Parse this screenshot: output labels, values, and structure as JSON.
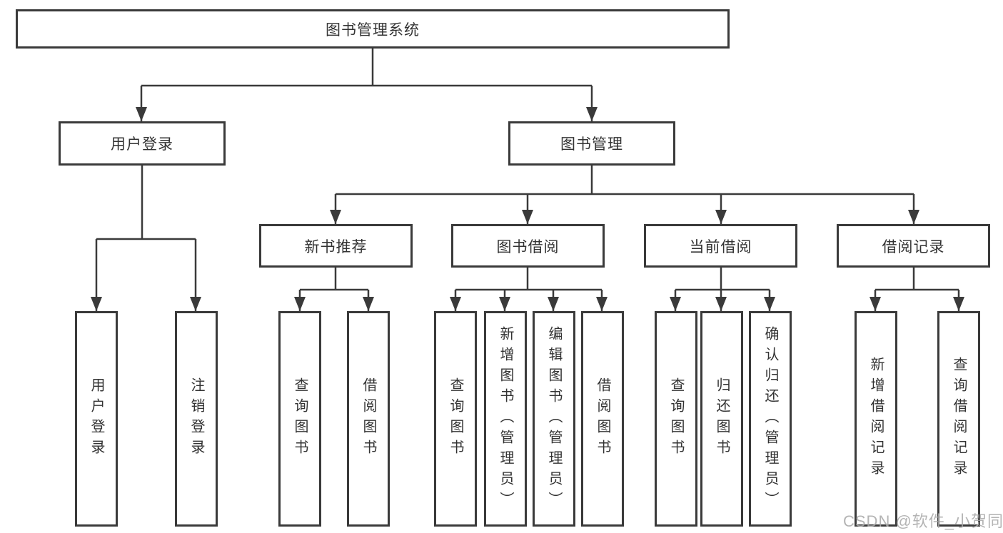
{
  "tree": {
    "root": {
      "label": "图书管理系统"
    },
    "branches": [
      {
        "label": "用户登录",
        "children": [
          {
            "label": "用户登录"
          },
          {
            "label": "注销登录"
          }
        ]
      },
      {
        "label": "图书管理",
        "children": [
          {
            "label": "新书推荐",
            "children": [
              {
                "label": "查询图书"
              },
              {
                "label": "借阅图书"
              }
            ]
          },
          {
            "label": "图书借阅",
            "children": [
              {
                "label": "查询图书"
              },
              {
                "label": "新增图书（管理员）"
              },
              {
                "label": "编辑图书（管理员）"
              },
              {
                "label": "借阅图书"
              }
            ]
          },
          {
            "label": "当前借阅",
            "children": [
              {
                "label": "查询图书"
              },
              {
                "label": "归还图书"
              },
              {
                "label": "确认归还（管理员）"
              }
            ]
          },
          {
            "label": "借阅记录",
            "children": [
              {
                "label": "新增借阅记录"
              },
              {
                "label": "查询借阅记录"
              }
            ]
          }
        ]
      }
    ]
  },
  "watermark": {
    "text": "CSDN @软件_小贺同学"
  },
  "colors": {
    "line": "#3a3a3a",
    "text": "#333333",
    "box_background": "#ffffff",
    "watermark": "#a8a8a8"
  }
}
